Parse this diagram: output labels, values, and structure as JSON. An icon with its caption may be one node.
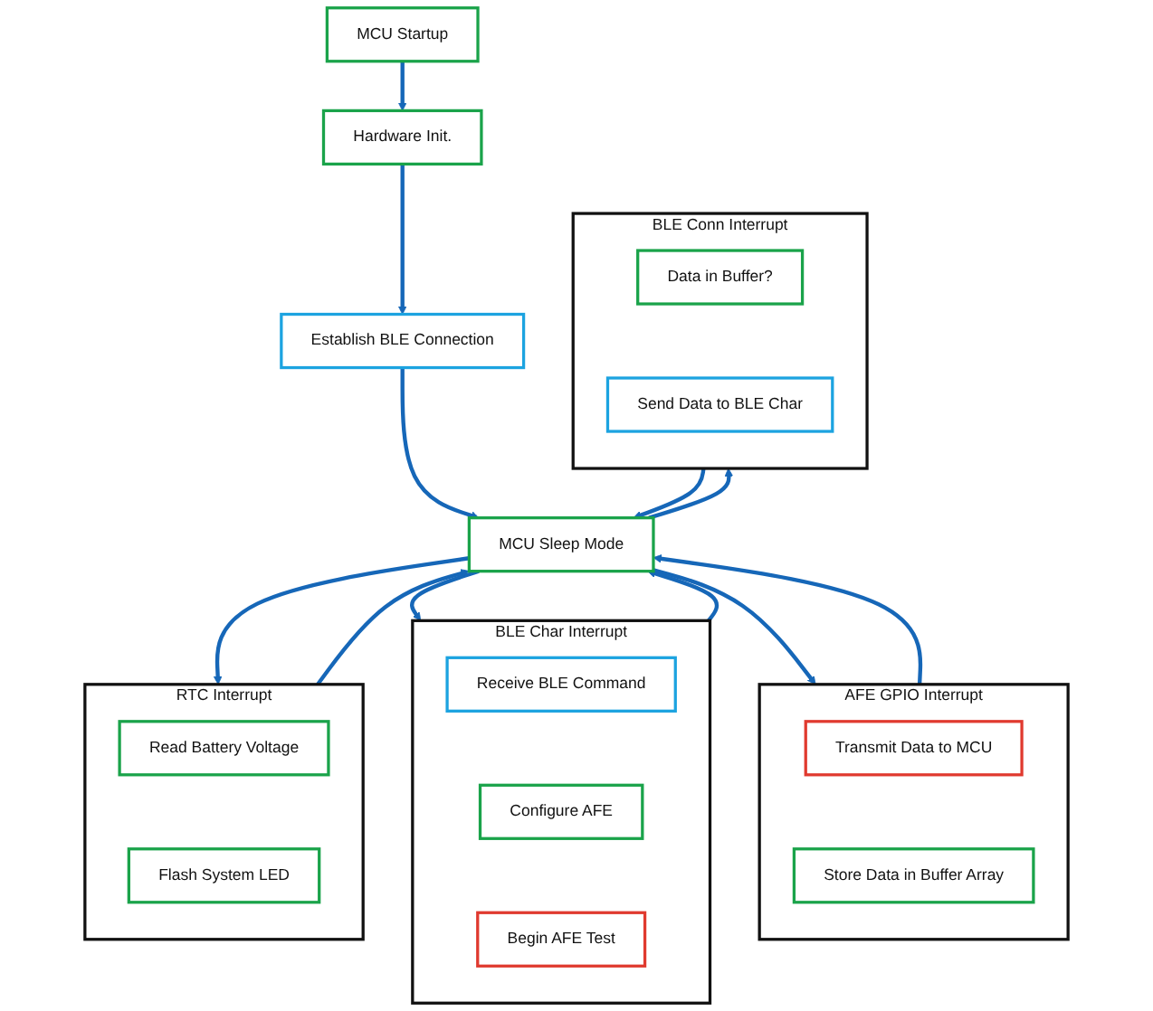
{
  "diagram": {
    "nodes": [
      {
        "text": [
          "MCU Startup"
        ]
      },
      {
        "text": [
          "Hardware Init."
        ]
      },
      {
        "text": [
          "Establish BLE Connection"
        ]
      },
      {
        "text": [
          "MCU Sleep Mode"
        ]
      },
      {
        "text": [
          "RTC Interrupt"
        ]
      },
      {
        "text": [
          "Read Battery Voltage"
        ],
        "in": 4
      },
      {
        "text": [
          "Flash System LED"
        ],
        "in": 4
      },
      {
        "text": [
          "BLE Char Interrupt"
        ]
      },
      {
        "text": [
          "Receive BLE Command"
        ],
        "in": 7
      },
      {
        "text": [
          "Configure AFE"
        ],
        "in": 7
      },
      {
        "text": [
          "Begin AFE Test"
        ],
        "in": 7
      },
      {
        "text": [
          "AFE GPIO Interrupt"
        ]
      },
      {
        "text": [
          "Transmit Data to MCU"
        ],
        "in": 11
      },
      {
        "text": [
          "Store Data in Buffer Array"
        ],
        "in": 11
      },
      {
        "text": [
          "BLE Conn Interrupt"
        ]
      },
      {
        "text": [
          "Data in Buffer?"
        ],
        "in": 14
      },
      {
        "text": [
          "Send Data to BLE Char"
        ],
        "in": 14
      }
    ],
    "edges": [
      {
        "from": 0,
        "to": 1,
        "arrow": "to"
      },
      {
        "from": 1,
        "to": 2,
        "arrow": "to"
      },
      {
        "from": 2,
        "to": 3,
        "arrow": "to"
      },
      {
        "from": 3,
        "to": 4,
        "arrow": "to"
      },
      {
        "from": 3,
        "to": 7,
        "arrow": "to"
      },
      {
        "from": 3,
        "to": 11,
        "arrow": "to"
      },
      {
        "from": 3,
        "to": 14,
        "arrow": "to"
      },
      {
        "from": 4,
        "to": 3,
        "arrow": "to"
      },
      {
        "from": 7,
        "to": 3,
        "arrow": "to"
      },
      {
        "from": 11,
        "to": 3,
        "arrow": "to"
      },
      {
        "from": 14,
        "to": 3,
        "arrow": "to"
      }
    ]
  }
}
